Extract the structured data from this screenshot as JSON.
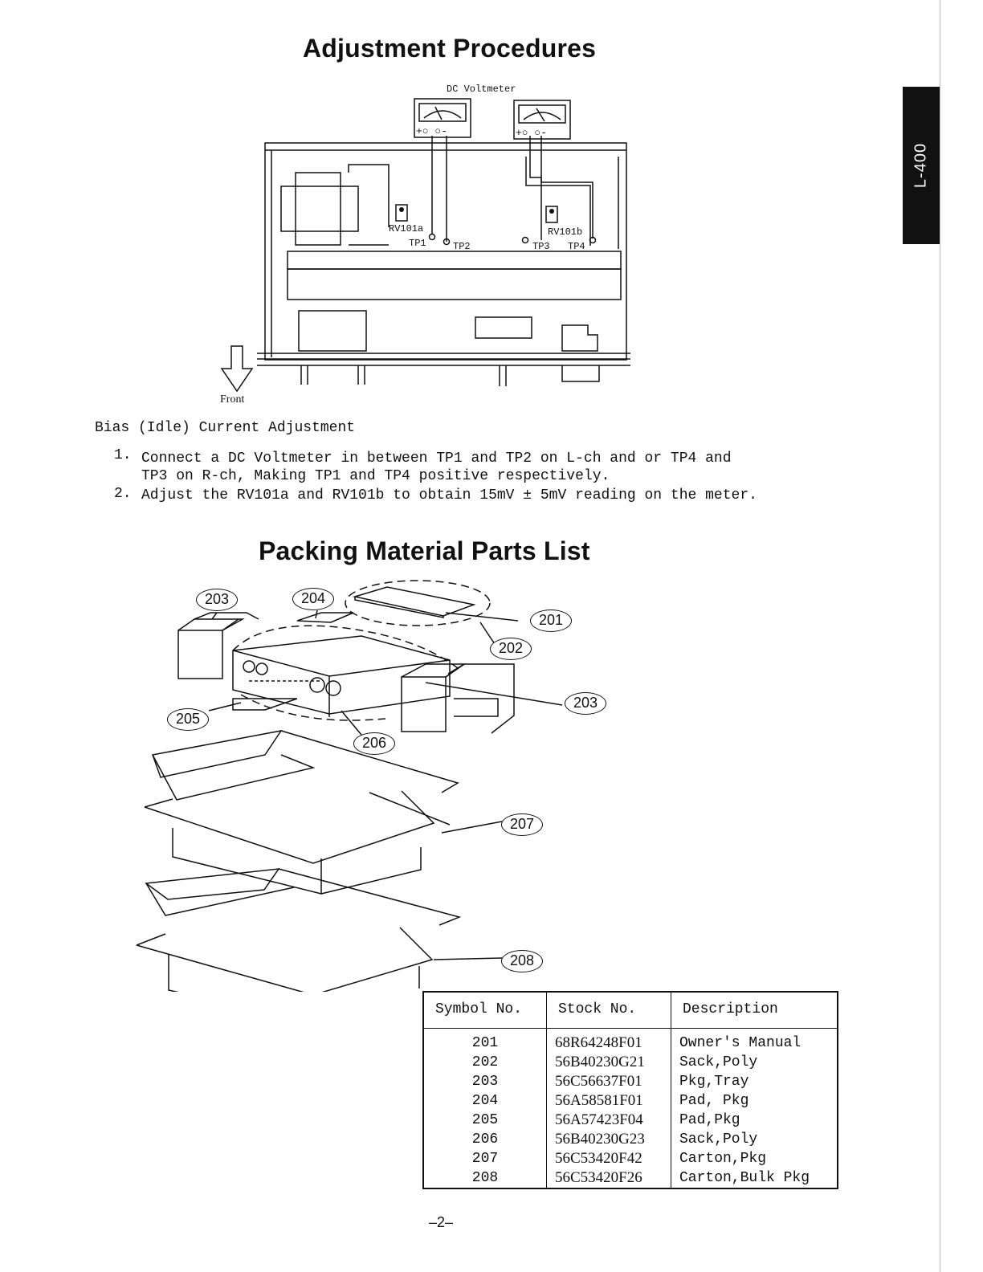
{
  "adjustment": {
    "title": "Adjustment Procedures",
    "diagram_labels": {
      "meter": "DC Voltmeter",
      "rv_a": "RV101a",
      "rv_b": "RV101b",
      "tp1": "TP1",
      "tp2": "TP2",
      "tp3": "TP3",
      "tp4": "TP4",
      "front": "Front",
      "terminals": "+○ ○-"
    },
    "section_heading": "Bias (Idle) Current Adjustment",
    "steps": [
      {
        "num": "1.",
        "text": "Connect a DC Voltmeter in between TP1 and TP2 on L-ch and or TP4 and",
        "cont": "TP3 on R-ch, Making TP1 and TP4 positive respectively."
      },
      {
        "num": "2.",
        "text": "Adjust the RV101a and RV101b to obtain 15mV ± 5mV reading on the meter."
      }
    ]
  },
  "packing": {
    "title": "Packing Material Parts List",
    "callouts": {
      "c201": "201",
      "c202": "202",
      "c203a": "203",
      "c203b": "203",
      "c204": "204",
      "c205": "205",
      "c206": "206",
      "c207": "207",
      "c208": "208"
    },
    "table": {
      "headers": [
        "Symbol No.",
        "Stock No.",
        "Description"
      ],
      "rows": [
        [
          "201",
          "68R64248F01",
          "Owner's Manual"
        ],
        [
          "202",
          "56B40230G21",
          "Sack,Poly"
        ],
        [
          "203",
          "56C56637F01",
          "Pkg,Tray"
        ],
        [
          "204",
          "56A58581F01",
          "Pad, Pkg"
        ],
        [
          "205",
          "56A57423F04",
          "Pad,Pkg"
        ],
        [
          "206",
          "56B40230G23",
          "Sack,Poly"
        ],
        [
          "207",
          "56C53420F42",
          "Carton,Pkg"
        ],
        [
          "208",
          "56C53420F26",
          "Carton,Bulk Pkg"
        ]
      ]
    }
  },
  "side_tab": "L-400",
  "page_number": "–2–"
}
